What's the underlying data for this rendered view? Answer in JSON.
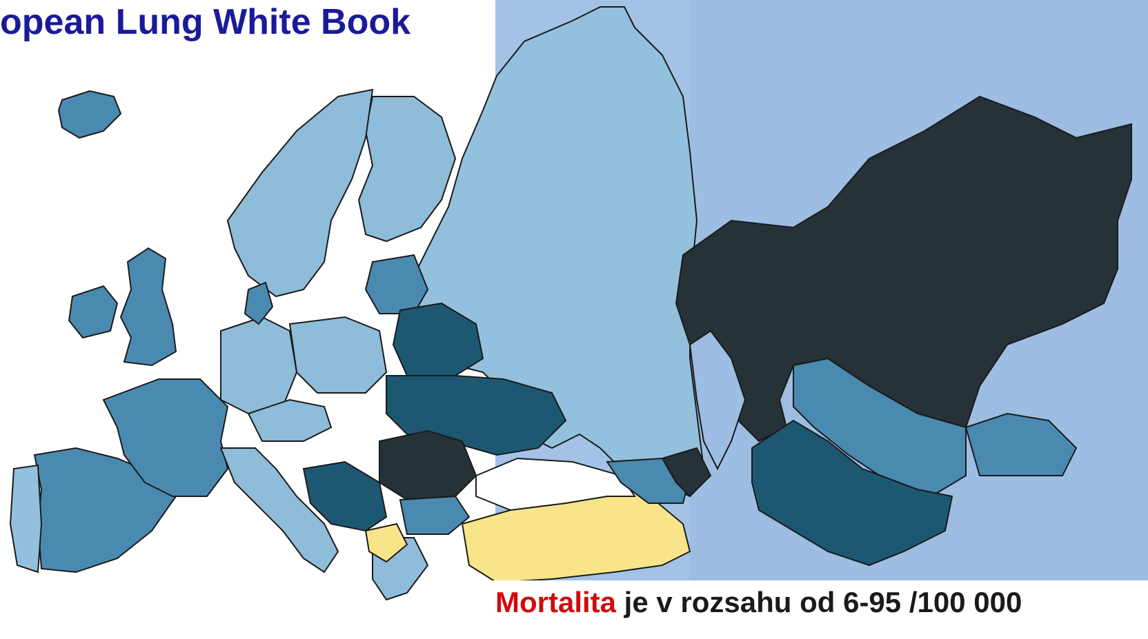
{
  "title": "opean Lung White Book",
  "caption": {
    "highlight": "Mortalita",
    "rest": " je v rozsahu od 6-95 /100 000"
  },
  "colors": {
    "title": "#1a1a9a",
    "highlight": "#d20a0a",
    "sea": "#9dbde3",
    "very_light": "#93c0dc",
    "light": "#8ebcd9",
    "medium": "#4a8ab0",
    "dark": "#1d5872",
    "very_dark": "#263238",
    "yellow": "#f8e58a",
    "no_data": "#ffffff"
  }
}
